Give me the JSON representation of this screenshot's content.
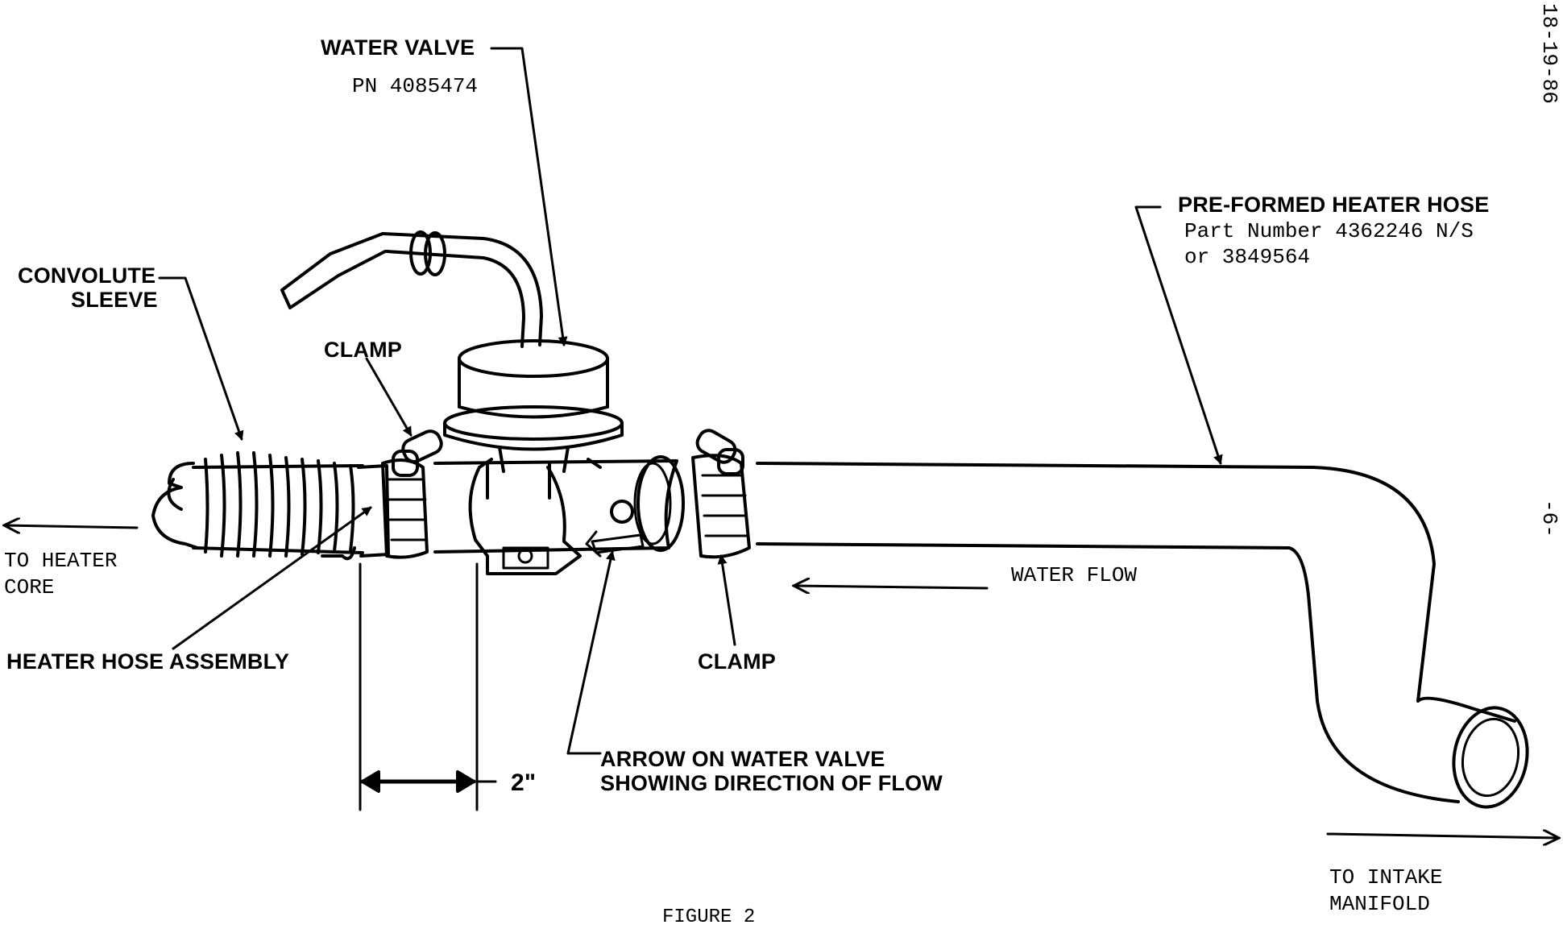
{
  "labels": {
    "water_valve": "WATER VALVE",
    "water_valve_pn": "PN 4085474",
    "convolute_sleeve_1": "CONVOLUTE",
    "convolute_sleeve_2": "SLEEVE",
    "clamp_top": "CLAMP",
    "clamp_bottom": "CLAMP",
    "preformed_hose": "PRE-FORMED HEATER HOSE",
    "preformed_hose_pn1": "Part Number 4362246 N/S",
    "preformed_hose_pn2": "or 3849564",
    "to_heater_core_1": "TO HEATER",
    "to_heater_core_2": "CORE",
    "heater_hose_assembly": "HEATER HOSE ASSEMBLY",
    "water_flow": "WATER FLOW",
    "arrow_on_valve_1": "ARROW ON WATER VALVE",
    "arrow_on_valve_2": "SHOWING DIRECTION OF FLOW",
    "dimension": "2\"",
    "to_intake_1": "TO INTAKE",
    "to_intake_2": "MANIFOLD",
    "figure_caption": "FIGURE 2",
    "margin_code": "18-19-86",
    "page_number": "-6-"
  },
  "colors": {
    "ink": "#000000",
    "paper": "#ffffff"
  }
}
